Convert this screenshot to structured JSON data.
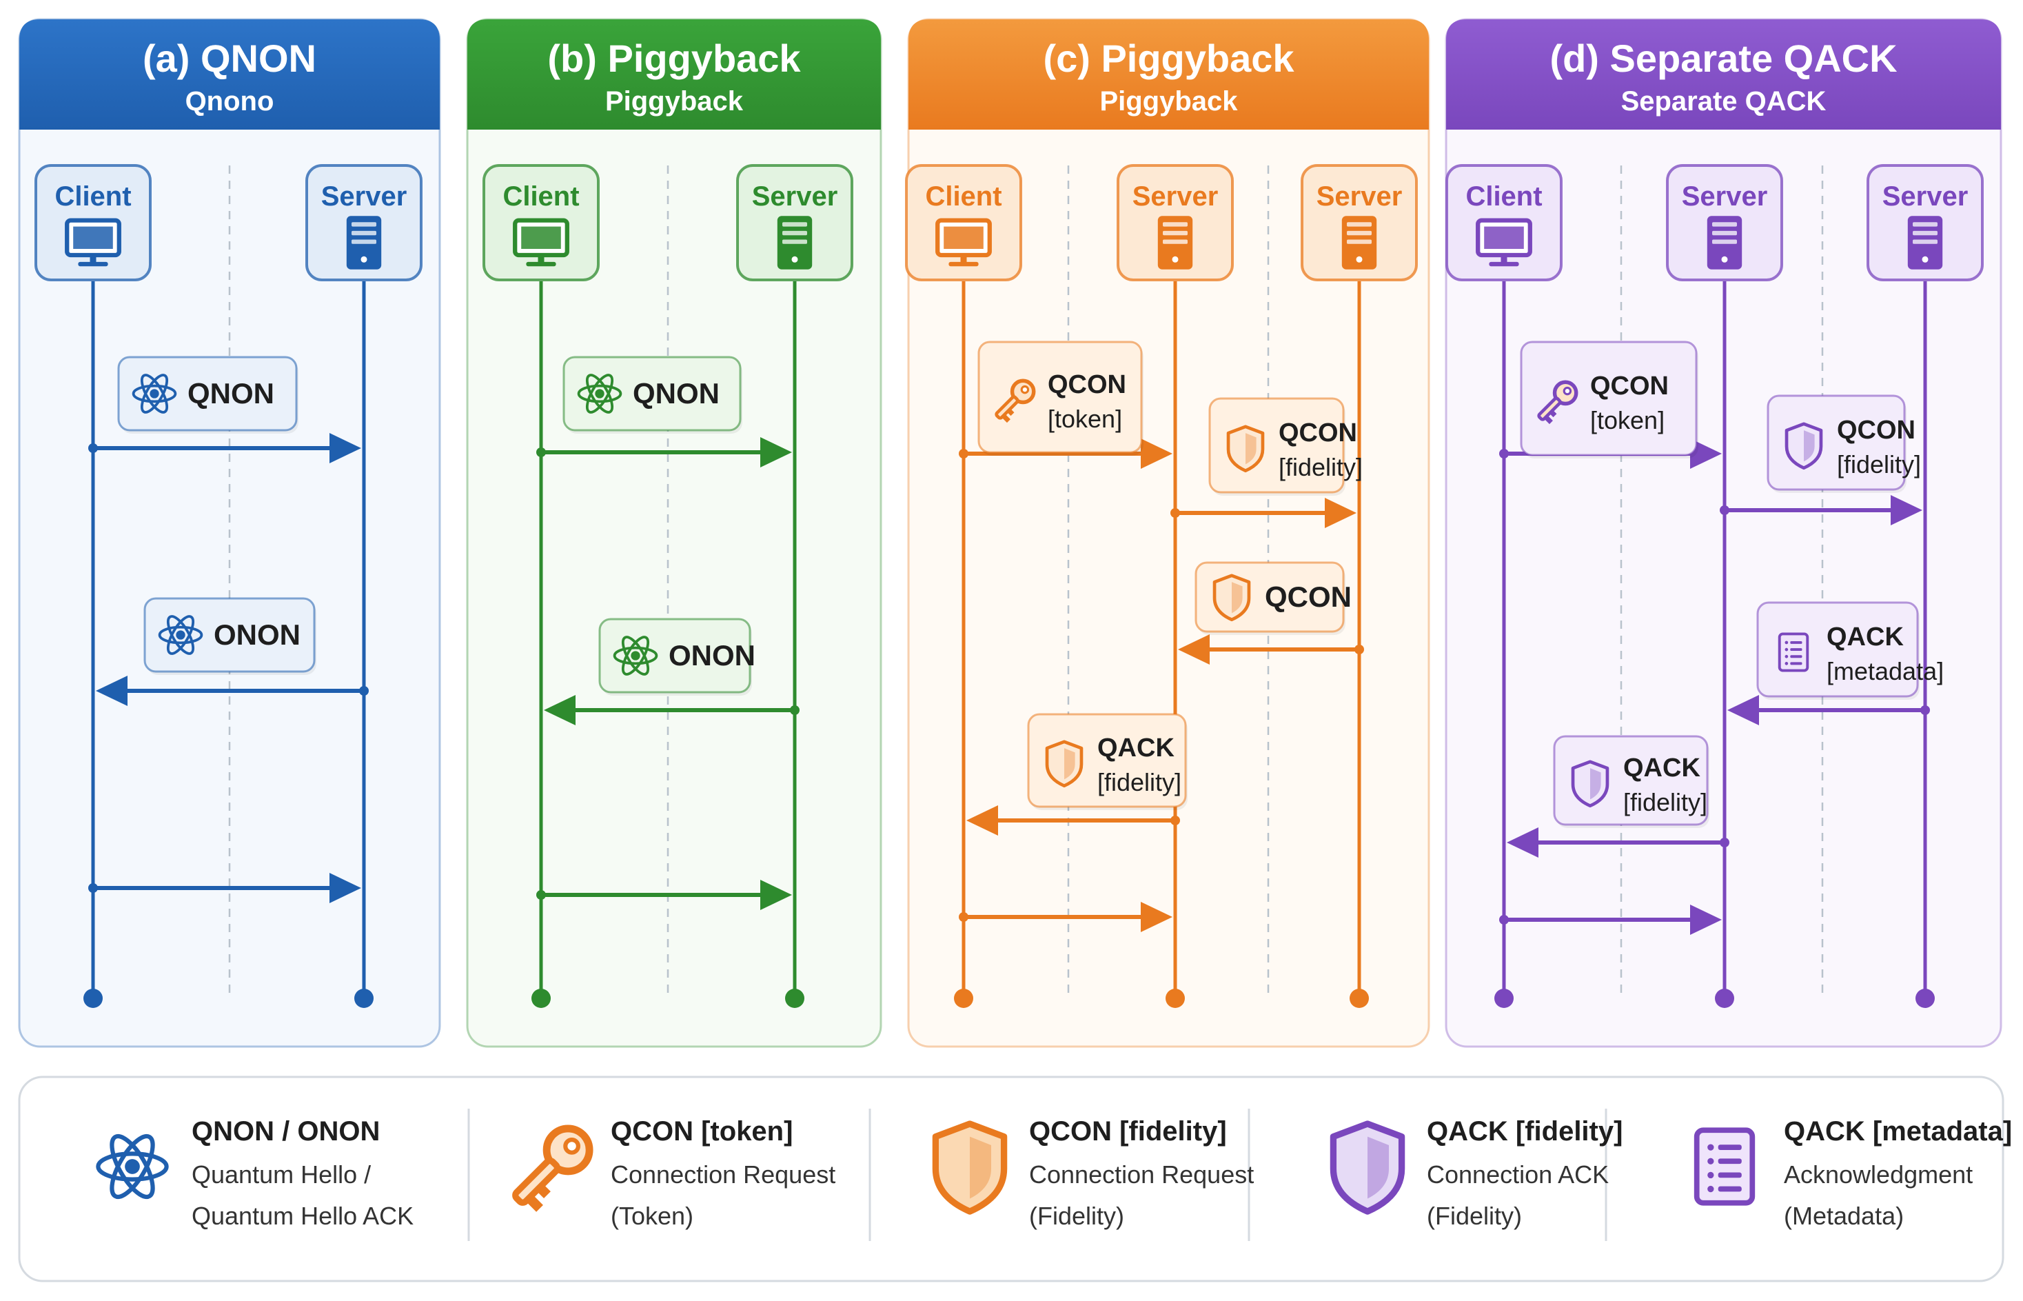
{
  "colors": {
    "blue": "#1f5fae",
    "green": "#2e8b2e",
    "orange": "#e97a1f",
    "purple": "#7a47bd",
    "text": "#1e1e1e"
  },
  "panels": [
    {
      "id": "a",
      "title": "(a) QNON",
      "subtitle": "Qnono",
      "color": "#1f5fae",
      "tint": "#f4f8fd",
      "header_light": "#2d74c8",
      "node_fill": "#e2ecf8",
      "bubble_fill": "#eaf1fa",
      "nodes": [
        {
          "label": "Client",
          "icon": "monitor-icon"
        },
        {
          "label": "Server",
          "icon": "server-icon"
        }
      ],
      "messages": [
        {
          "from": 0,
          "to": 1,
          "label1": "QNON",
          "label2": "",
          "icon": "atom-icon"
        },
        {
          "from": 1,
          "to": 0,
          "label1": "ONON",
          "label2": "",
          "icon": "atom-icon"
        },
        {
          "from": 0,
          "to": 1,
          "label1": "",
          "label2": "",
          "icon": ""
        }
      ]
    },
    {
      "id": "b",
      "title": "(b) Piggyback",
      "subtitle": "Piggyback",
      "color": "#2e8b2e",
      "tint": "#f6fbf5",
      "header_light": "#3aa43a",
      "node_fill": "#e3f3e1",
      "bubble_fill": "#ecf7ea",
      "nodes": [
        {
          "label": "Client",
          "icon": "monitor-icon"
        },
        {
          "label": "Server",
          "icon": "server-icon"
        }
      ],
      "messages": [
        {
          "from": 0,
          "to": 1,
          "label1": "QNON",
          "label2": "",
          "icon": "atom-icon"
        },
        {
          "from": 1,
          "to": 0,
          "label1": "ONON",
          "label2": "",
          "icon": "atom-icon"
        },
        {
          "from": 0,
          "to": 1,
          "label1": "",
          "label2": "",
          "icon": ""
        }
      ]
    },
    {
      "id": "c",
      "title": "(c) Piggyback",
      "subtitle": "Piggyback",
      "color": "#e97a1f",
      "tint": "#fffaf4",
      "header_light": "#f39a3e",
      "node_fill": "#fde9d4",
      "bubble_fill": "#fff1e2",
      "nodes": [
        {
          "label": "Client",
          "icon": "monitor-icon"
        },
        {
          "label": "Server",
          "icon": "server-icon"
        },
        {
          "label": "Server",
          "icon": "server-icon"
        }
      ],
      "messages": [
        {
          "from": 0,
          "to": 1,
          "label1": "QCON",
          "label2": "[token]",
          "icon": "key-icon"
        },
        {
          "from": 1,
          "to": 2,
          "label1": "QCON",
          "label2": "[fidelity]",
          "icon": "shield-icon"
        },
        {
          "from": 2,
          "to": 1,
          "label1": "QCON",
          "label2": "",
          "icon": "shield-icon"
        },
        {
          "from": 1,
          "to": 0,
          "label1": "QACK",
          "label2": "[fidelity]",
          "icon": "shield-icon"
        },
        {
          "from": 0,
          "to": 1,
          "label1": "",
          "label2": "",
          "icon": ""
        }
      ]
    },
    {
      "id": "d",
      "title": "(d) Separate QACK",
      "subtitle": "Separate QACK",
      "color": "#7a47bd",
      "tint": "#faf7fd",
      "header_light": "#8f5cd1",
      "node_fill": "#efe6fa",
      "bubble_fill": "#f3ecfb",
      "nodes": [
        {
          "label": "Client",
          "icon": "monitor-icon"
        },
        {
          "label": "Server",
          "icon": "server-icon"
        },
        {
          "label": "Server",
          "icon": "server-icon"
        }
      ],
      "messages": [
        {
          "from": 0,
          "to": 1,
          "label1": "QCON",
          "label2": "[token]",
          "icon": "key-icon"
        },
        {
          "from": 1,
          "to": 2,
          "label1": "QCON",
          "label2": "[fidelity]",
          "icon": "shield-icon"
        },
        {
          "from": 2,
          "to": 1,
          "label1": "QACK",
          "label2": "[metadata]",
          "icon": "document-icon"
        },
        {
          "from": 1,
          "to": 0,
          "label1": "QACK",
          "label2": "[fidelity]",
          "icon": "shield-icon"
        },
        {
          "from": 0,
          "to": 1,
          "label1": "",
          "label2": "",
          "icon": ""
        }
      ]
    }
  ],
  "legend": [
    {
      "title": "QNON / ONON",
      "line1": "Quantum Hello /",
      "line2": "Quantum Hello ACK",
      "icon": "atom-icon",
      "color": "#1f5fae"
    },
    {
      "title": "QCON [token]",
      "line1": "Connection Request",
      "line2": "(Token)",
      "icon": "key-icon",
      "color": "#e97a1f"
    },
    {
      "title": "QCON [fidelity]",
      "line1": "Connection Request",
      "line2": "(Fidelity)",
      "icon": "shield-icon",
      "color": "#e97a1f"
    },
    {
      "title": "QACK [fidelity]",
      "line1": "Connection ACK",
      "line2": "(Fidelity)",
      "icon": "shield-icon",
      "color": "#7a47bd"
    },
    {
      "title": "QACK [metadata]",
      "line1": "Acknowledgment",
      "line2": "(Metadata)",
      "icon": "document-icon",
      "color": "#7a47bd"
    }
  ]
}
